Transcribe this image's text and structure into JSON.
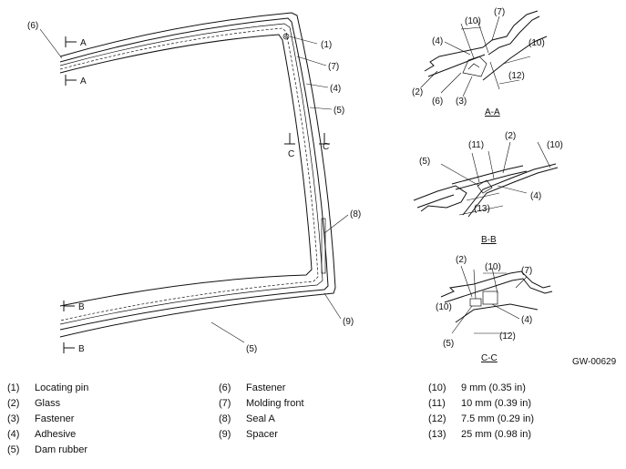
{
  "figure_code": "GW-00629",
  "callouts": {
    "c1": "(1)",
    "c2": "(2)",
    "c3": "(3)",
    "c4": "(4)",
    "c5": "(5)",
    "c6": "(6)",
    "c7": "(7)",
    "c8": "(8)",
    "c9": "(9)",
    "c10": "(10)",
    "c11": "(11)",
    "c12": "(12)",
    "c13": "(13)"
  },
  "section_marks": {
    "a": "A",
    "b": "B",
    "c": "C"
  },
  "section_titles": {
    "aa": "A-A",
    "bb": "B-B",
    "cc": "C-C"
  },
  "legend": {
    "col1": [
      {
        "num": "(1)",
        "label": "Locating pin"
      },
      {
        "num": "(2)",
        "label": "Glass"
      },
      {
        "num": "(3)",
        "label": "Fastener"
      },
      {
        "num": "(4)",
        "label": "Adhesive"
      },
      {
        "num": "(5)",
        "label": "Dam rubber"
      }
    ],
    "col2": [
      {
        "num": "(6)",
        "label": "Fastener"
      },
      {
        "num": "(7)",
        "label": "Molding front"
      },
      {
        "num": "(8)",
        "label": "Seal A"
      },
      {
        "num": "(9)",
        "label": "Spacer"
      }
    ],
    "col3": [
      {
        "num": "(10)",
        "label": "9 mm (0.35 in)"
      },
      {
        "num": "(11)",
        "label": "10 mm (0.39 in)"
      },
      {
        "num": "(12)",
        "label": "7.5 mm (0.29 in)"
      },
      {
        "num": "(13)",
        "label": "25 mm (0.98 in)"
      }
    ]
  }
}
